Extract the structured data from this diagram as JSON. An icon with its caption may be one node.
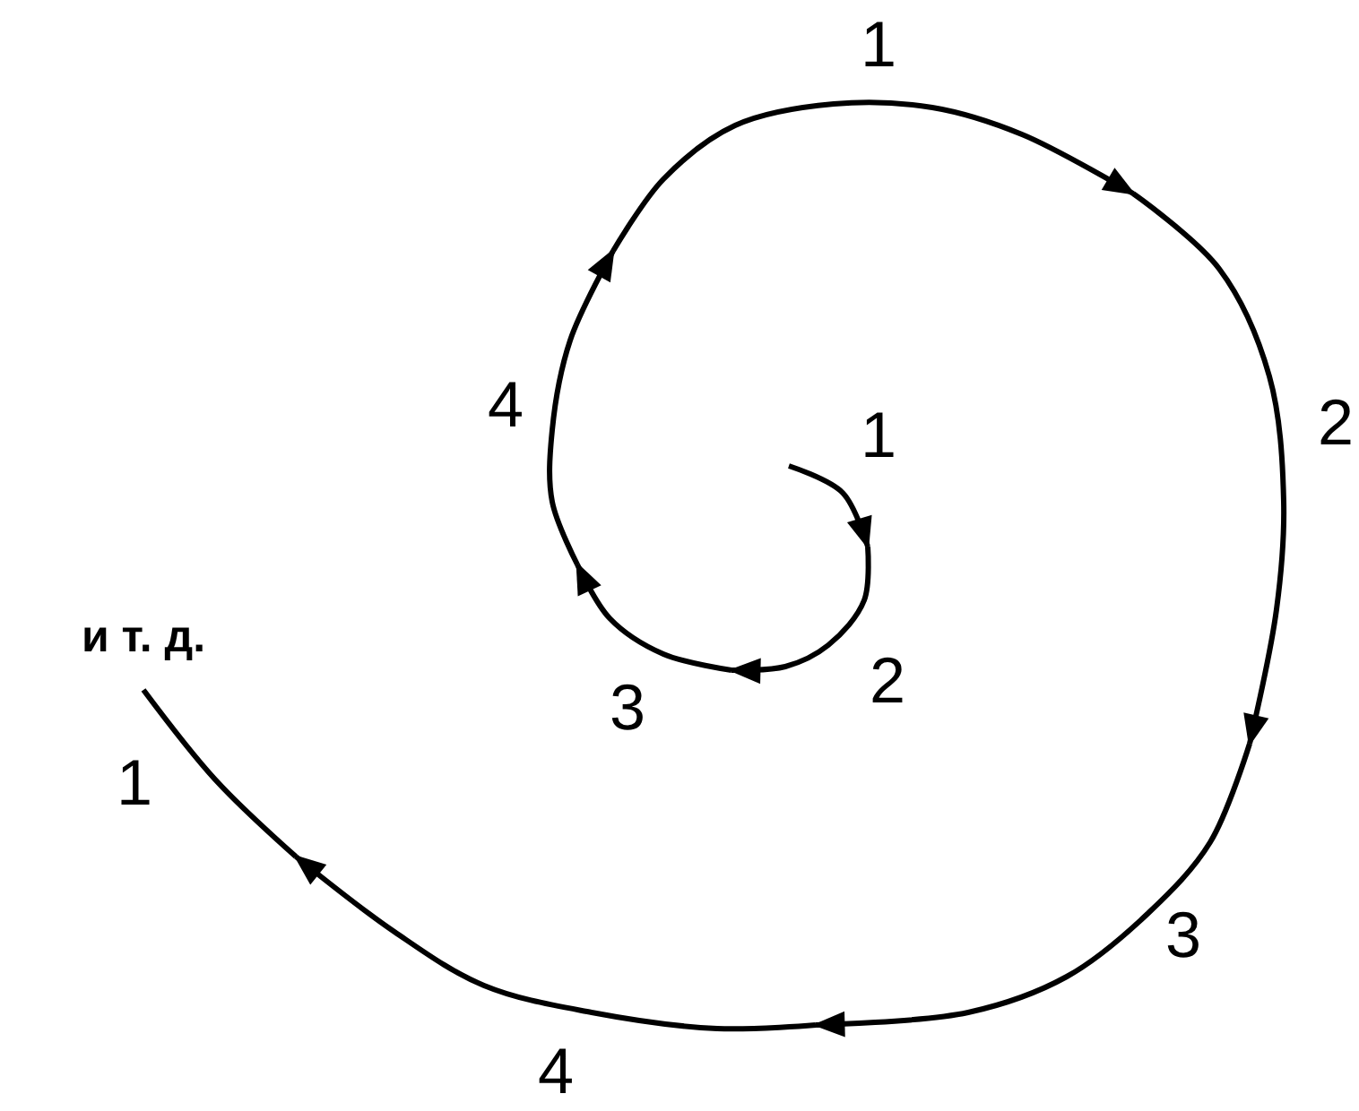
{
  "diagram": {
    "labels": [
      "1",
      "4",
      "1",
      "2",
      "и т. д.",
      "3",
      "2",
      "1",
      "3",
      "4"
    ]
  }
}
